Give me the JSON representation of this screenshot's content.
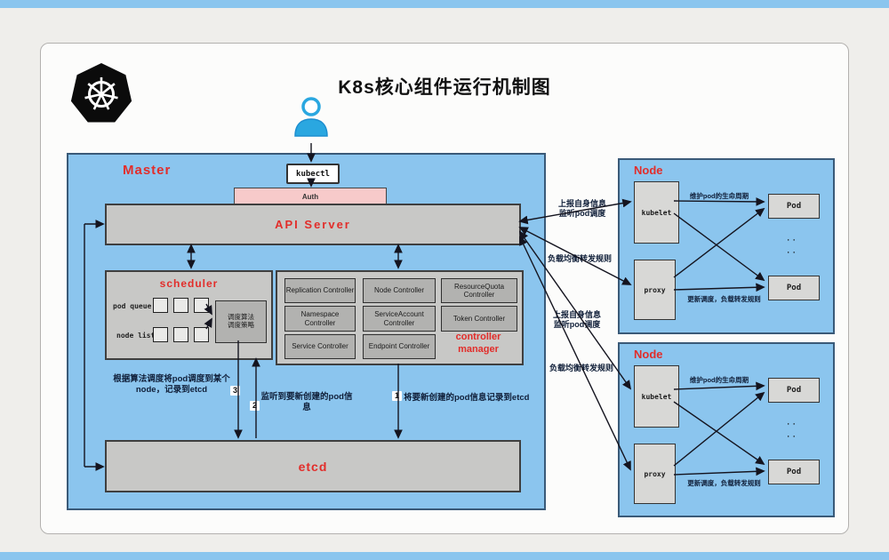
{
  "page": {
    "title": "K8s核心组件运行机制图"
  },
  "client": {
    "kubectl": "kubectl",
    "auth": "Auth"
  },
  "api_server": {
    "label": "API Server"
  },
  "master": {
    "label": "Master",
    "scheduler": {
      "title": "scheduler",
      "pod_queue_label": "pod queue",
      "node_list_label": "node list",
      "algorithm_box": "调度算法\n调度策略"
    },
    "controller_manager": {
      "title": "controller\nmanager",
      "controllers": [
        "Replication Controller",
        "Node Controller",
        "ResourceQuota Controller",
        "Namespace Controller",
        "ServiceAccount Controller",
        "Token Controller",
        "Service Controller",
        "Endpoint Controller"
      ]
    },
    "etcd": {
      "label": "etcd"
    }
  },
  "flow": {
    "step1": {
      "num": "1",
      "text": "将要新创建的pod信息记录到etcd"
    },
    "step2": {
      "num": "2",
      "text": "监听到要新创建的pod信息"
    },
    "step3": {
      "num": "3",
      "text": "根据算法调度将pod调度到某个node，记录到etcd"
    }
  },
  "api_node_links": {
    "kubelet_link1": "上报自身信息\n监听pod调度",
    "proxy_link1": "负载均衡转发规则",
    "kubelet_link2": "上报自身信息\n监听pod调度",
    "proxy_link2": "负载均衡转发规则"
  },
  "nodes": [
    {
      "label": "Node",
      "kubelet": "kubelet",
      "proxy": "proxy",
      "pod1": "Pod",
      "pod2": "Pod",
      "dots": "∙∙\n∙∙",
      "kubelet_pod_label": "维护pod的生命周期",
      "proxy_pod_label": "更新调度，负载转发规则"
    },
    {
      "label": "Node",
      "kubelet": "kubelet",
      "proxy": "proxy",
      "pod1": "Pod",
      "pod2": "Pod",
      "dots": "∙∙\n∙∙",
      "kubelet_pod_label": "维护pod的生命周期",
      "proxy_pod_label": "更新调度，负载转发规则"
    }
  ],
  "colors": {
    "accent_red": "#e22d2a",
    "panel_blue": "#8bc5ee",
    "box_gray": "#c8c8c6",
    "auth_pink": "#f7caca",
    "person_blue": "#2aa7e0"
  }
}
